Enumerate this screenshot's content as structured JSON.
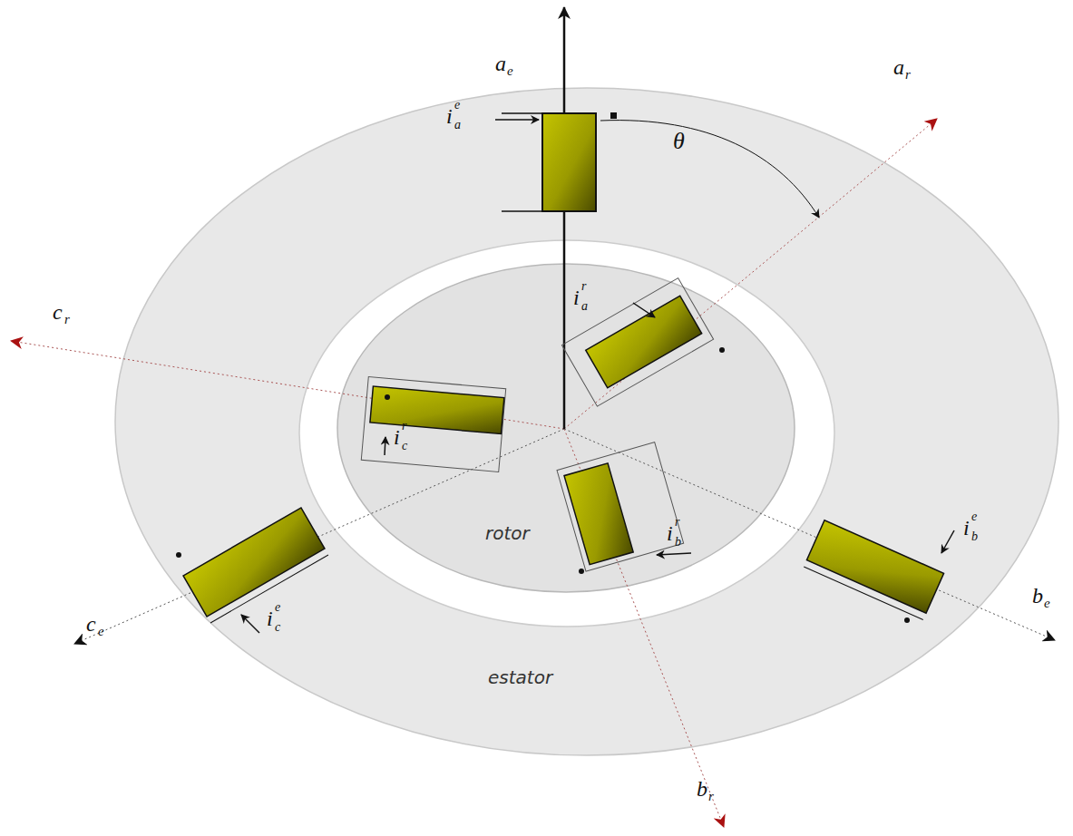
{
  "diagram": {
    "nodes": [
      {
        "text": [
          "estator"
        ]
      },
      {
        "text": [
          "rotor"
        ],
        "in": 0
      }
    ],
    "labels": [
      "a",
      "e",
      "i",
      "e",
      "a",
      "θ",
      "a",
      "r",
      "i",
      "r",
      "a",
      "c",
      "r",
      "i",
      "r",
      "c",
      "i",
      "r",
      "b",
      "i",
      "e",
      "b",
      "b",
      "e",
      "c",
      "e",
      "i",
      "e",
      "c",
      "b",
      "r"
    ]
  }
}
